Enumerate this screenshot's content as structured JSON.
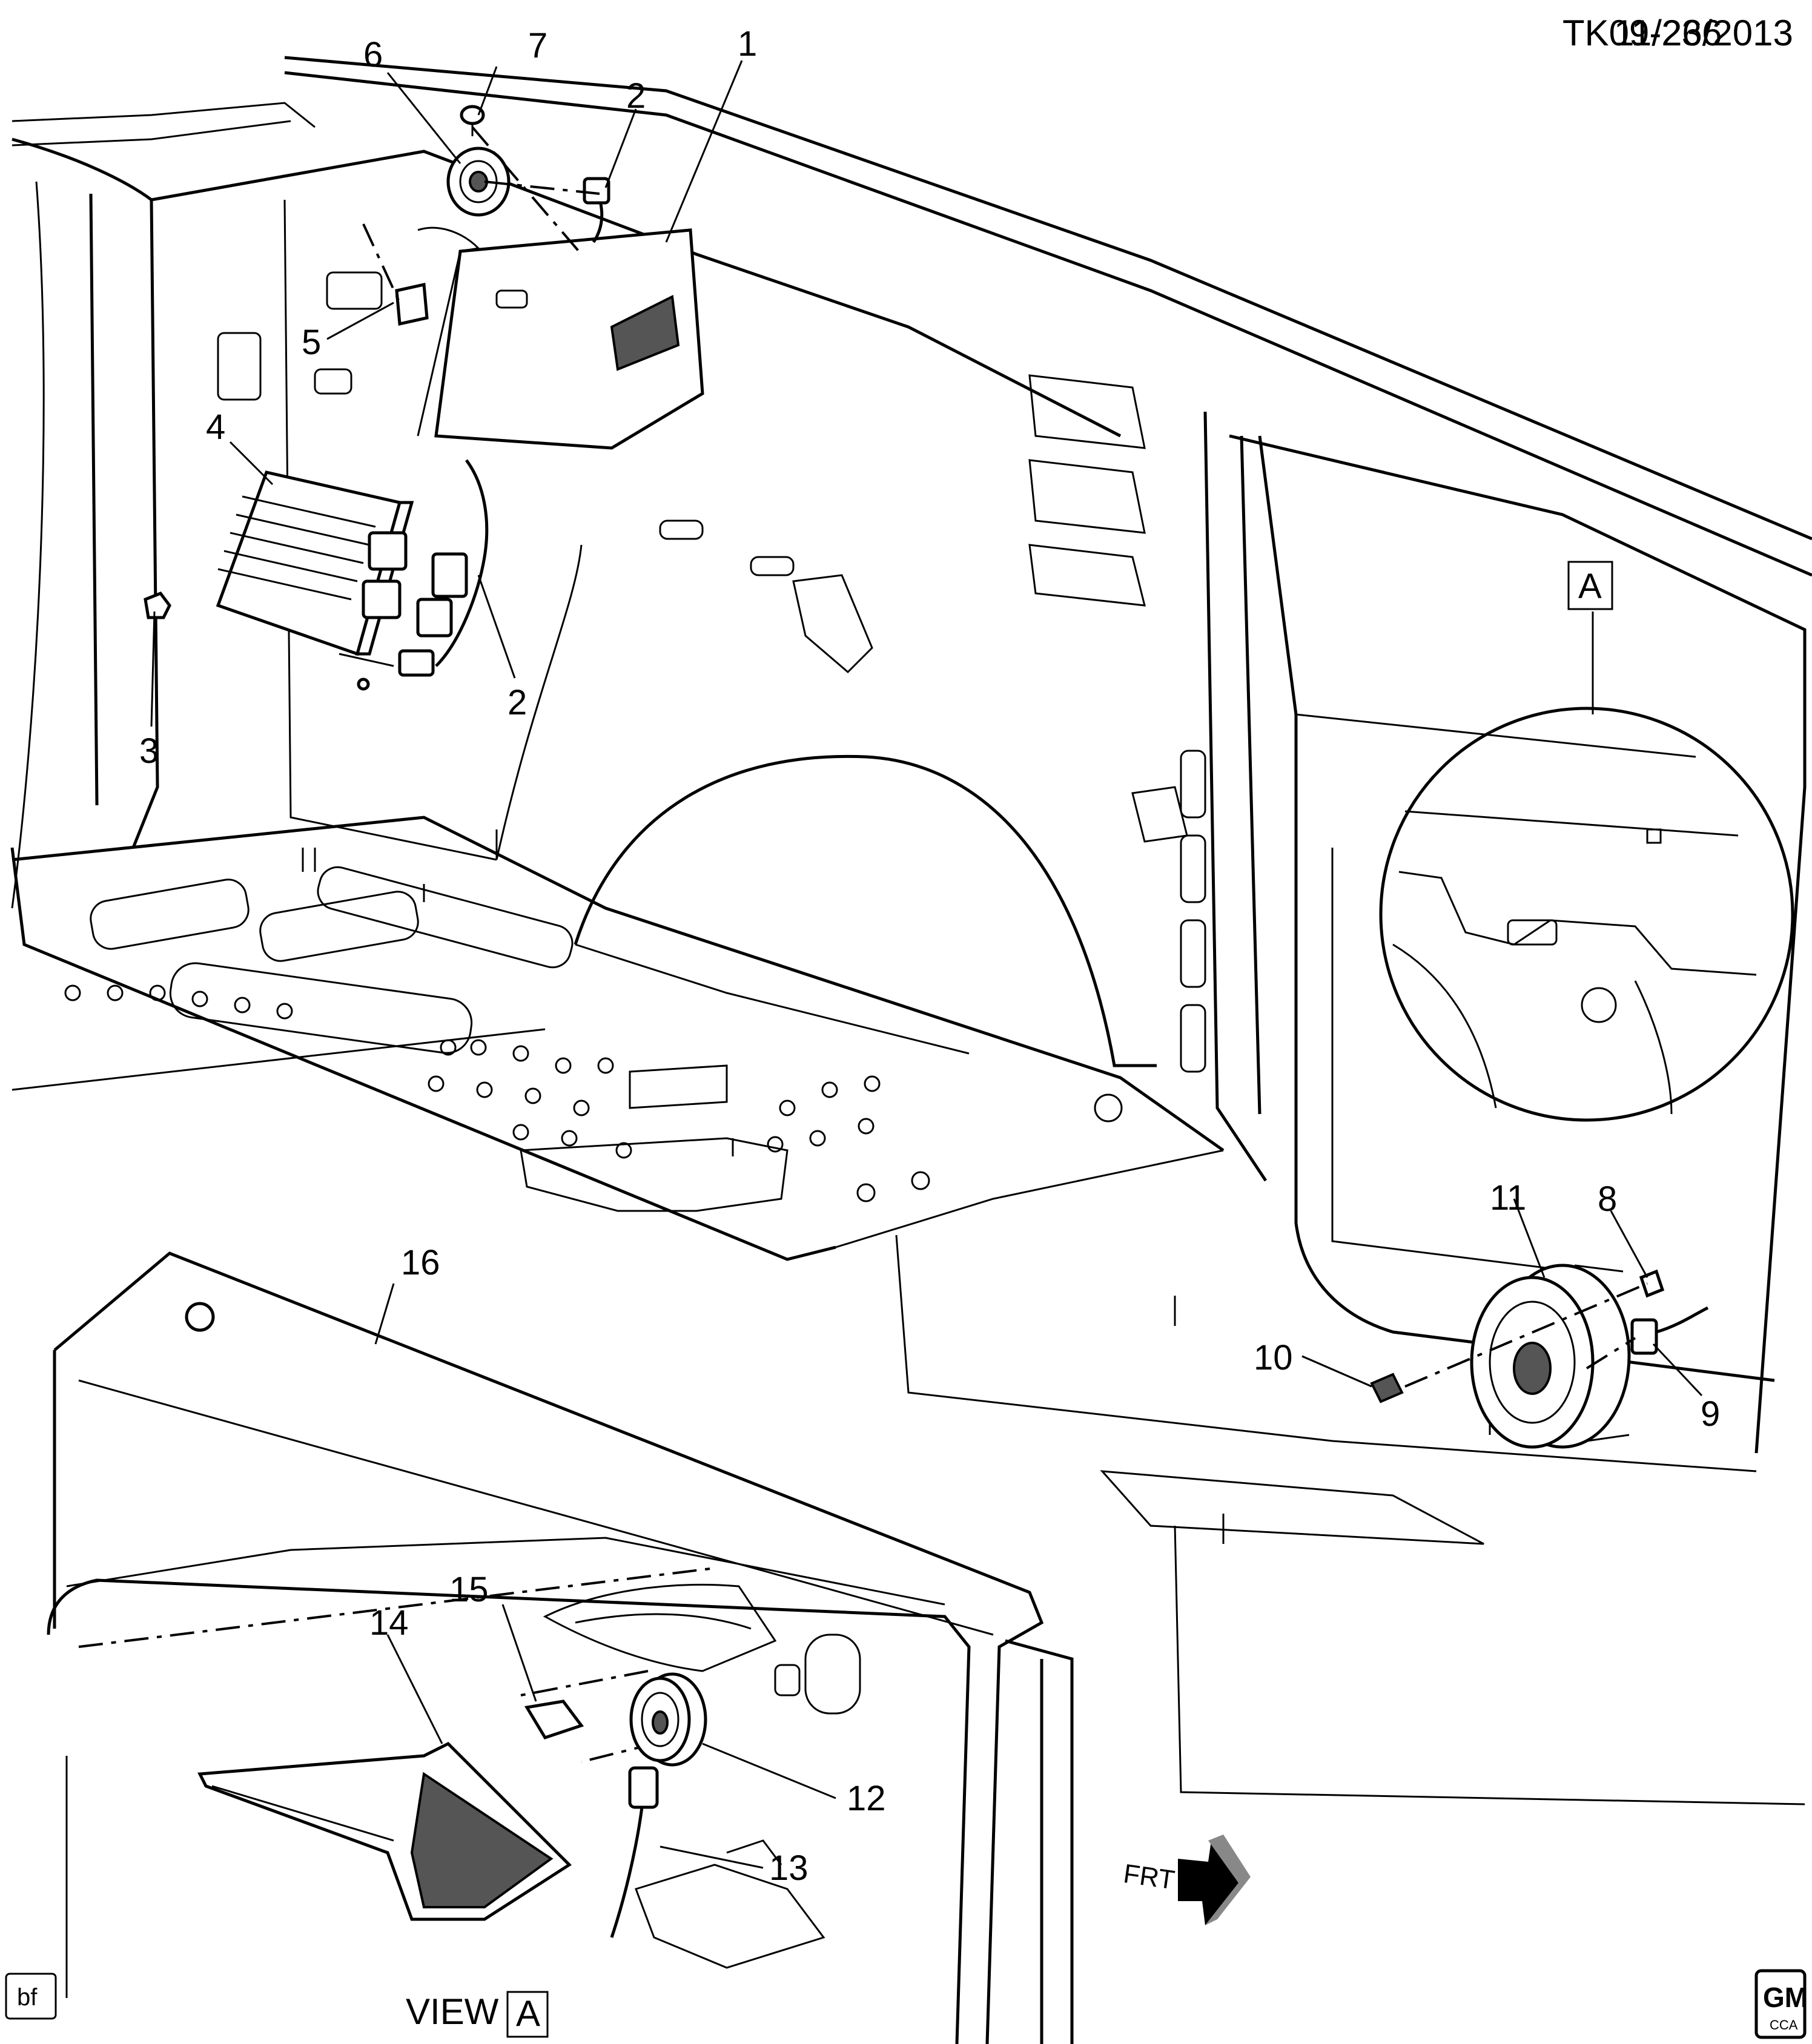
{
  "header": {
    "code": "TK09-236",
    "date": "11/26/2013"
  },
  "callouts": [
    "1",
    "2",
    "2",
    "3",
    "4",
    "5",
    "6",
    "7",
    "8",
    "9",
    "10",
    "11",
    "12",
    "13",
    "14",
    "15",
    "16"
  ],
  "view_marker": "A",
  "view_label": "VIEW",
  "view_letter": "A",
  "corner_badge": "bf",
  "front_marker": "FRT",
  "logo": {
    "line1": "GM",
    "line2": "CCA"
  }
}
